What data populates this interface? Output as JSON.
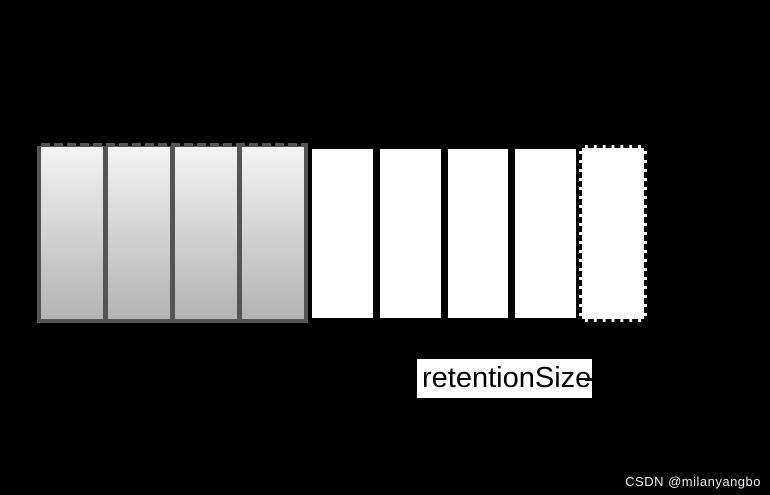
{
  "page": {
    "background": "#000000"
  },
  "diagram": {
    "gray_group": {
      "count": 4,
      "frame_color": "#545454",
      "gradient_top": "#f4f4f4",
      "gradient_bottom": "#b3b3b3"
    },
    "white_blocks": {
      "count": 4,
      "fill": "#ffffff"
    },
    "dashed_block": {
      "count": 1,
      "fill": "#ffffff",
      "border_style": "dashed",
      "border_color": "#000000"
    },
    "label": {
      "text": "retentionSize",
      "color": "#000000",
      "background": "#ffffff"
    }
  },
  "watermark": {
    "text": "CSDN @milanyangbo",
    "color": "#ececec"
  }
}
